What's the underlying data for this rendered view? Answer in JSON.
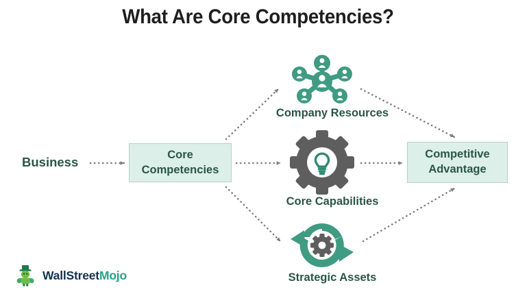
{
  "title": "What Are Core Competencies?",
  "colors": {
    "title_text": "#201f1f",
    "box_fill": "#dcefe9",
    "box_border": "#b9cfc9",
    "teal_text": "#2a5647",
    "icon_green": "#3f9b82",
    "gear_gray": "#5e5e5e",
    "dotted_gray": "#7d7d7d",
    "logo_navy": "#14324f",
    "logo_teal": "#21a38b"
  },
  "diagram": {
    "input": {
      "label": "Business"
    },
    "hub": {
      "label": "Core Competencies"
    },
    "outcome": {
      "label": "Competitive Advantage"
    },
    "pillars": [
      {
        "caption": "Company Resources",
        "icon": "network-people-icon"
      },
      {
        "caption": "Core Capabilities",
        "icon": "gear-lightbulb-icon"
      },
      {
        "caption": "Strategic Assets",
        "icon": "cycle-gear-icon"
      }
    ]
  },
  "logo": {
    "part_one": "WallStreet",
    "part_two": "Mojo",
    "mark": "bull-mascot-icon"
  }
}
